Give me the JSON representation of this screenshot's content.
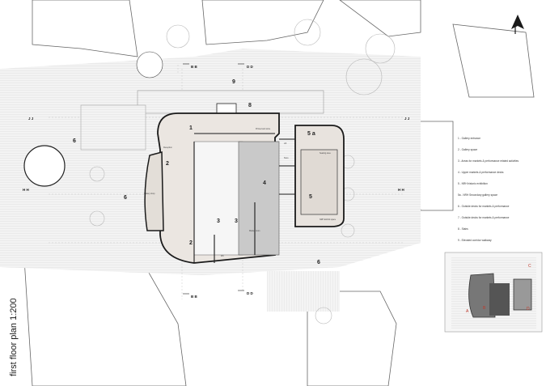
{
  "title": "first floor plan 1:200",
  "legend": [
    "1 - Gallery entrance",
    "2 - Gallery space",
    "3 - Areas for markets & performance related activities",
    "4 - Upper markets & performance decks",
    "5 - NRH historic exhibition",
    "5a - NRH Secondary gallery space",
    "6 - Outside decks for markets & performance",
    "7 - Outside decks for markets & performance",
    "8 - Stairs",
    "9 - Elevated corridor walkway"
  ],
  "room_numbers": {
    "r1": "1",
    "r2a": "2",
    "r2b": "2",
    "r3a": "3",
    "r3b": "3",
    "r4": "4",
    "r5": "5",
    "r5a": "5 a",
    "r6a": "6",
    "r6b": "6",
    "r6c": "6",
    "r8": "8",
    "r9": "9"
  },
  "section_markers": {
    "bb_top": "B B",
    "dd_top": "D D",
    "bb_bottom": "B B",
    "dd_bottom": "D D",
    "jj_left": "J J",
    "jj_right": "J J",
    "hh_left": "H H",
    "hh_right": "H H"
  },
  "small_labels": {
    "reception": "Reception",
    "gallery_shop": "Gallery shop",
    "lift": "Lift",
    "store": "Store",
    "wc": "WC",
    "printed_store": "Printed and store",
    "seating_area": "Seating area",
    "exhibit_space": "NRH Exhibit space",
    "market_room": "Market room"
  },
  "key_labels": {
    "a": "A",
    "b": "B",
    "c": "C",
    "d": "D"
  },
  "north_icon": "north-arrow-icon",
  "colors": {
    "line": "#1a1a1a",
    "ground": "#f0f0f0",
    "deck": "#e6e1dc",
    "core": "#c9c9c9"
  }
}
